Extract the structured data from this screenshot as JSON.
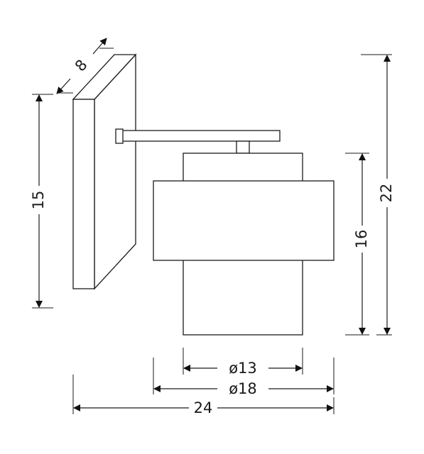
{
  "dimensions": {
    "depth": "8",
    "plate_height": "15",
    "total_height": "22",
    "shade_height": "16",
    "inner_diameter": "ø13",
    "outer_diameter": "ø18",
    "total_width": "24"
  },
  "colors": {
    "line": "#1a1a1a",
    "background": "#ffffff"
  }
}
